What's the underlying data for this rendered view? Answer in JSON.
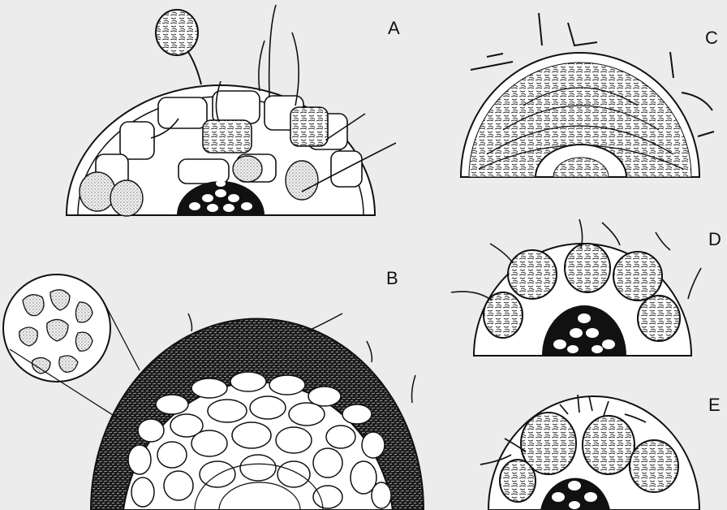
{
  "figure": {
    "panels": [
      {
        "id": "A",
        "label": "A"
      },
      {
        "id": "B",
        "label": "B"
      },
      {
        "id": "C",
        "label": "C"
      },
      {
        "id": "D",
        "label": "D"
      },
      {
        "id": "E",
        "label": "E"
      }
    ]
  },
  "colors": {
    "background": "#ececec",
    "ink": "#111111",
    "cell_fill": "#ffffff",
    "dense_tissue": "#1b1b1b",
    "stipple": "#9a9a9a"
  }
}
